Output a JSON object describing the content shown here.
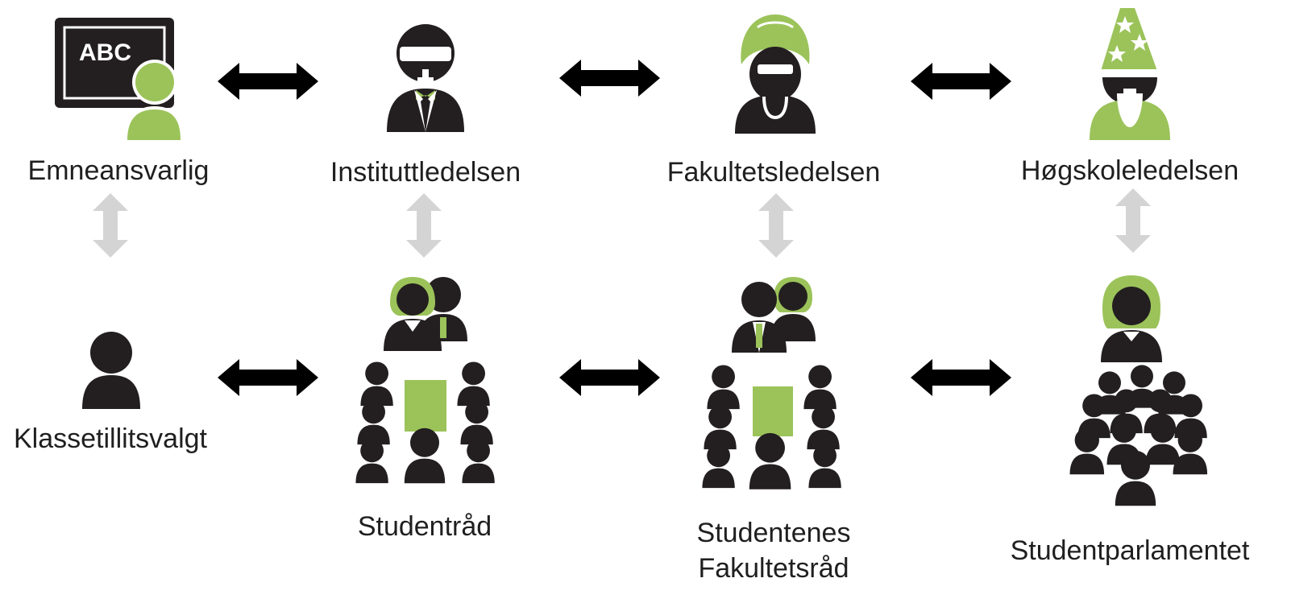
{
  "colors": {
    "dark": "#231f20",
    "green": "#9bc35a",
    "gray": "#d0d0d0",
    "black": "#000000"
  },
  "top_row": [
    {
      "label": "Emneansvarlig",
      "icon": "teacher-blackboard-icon"
    },
    {
      "label": "Instituttledelsen",
      "icon": "man-sunglasses-icon"
    },
    {
      "label": "Fakultetsledelsen",
      "icon": "woman-turban-icon"
    },
    {
      "label": "Høgskoleledelsen",
      "icon": "wizard-icon"
    }
  ],
  "bottom_row": [
    {
      "label": "Klassetillitsvalgt",
      "icon": "person-icon"
    },
    {
      "label": "Studentråd",
      "icon": "meeting-group-icon"
    },
    {
      "label": "Studentenes Fakultetsråd",
      "label_line1": "Studentenes",
      "label_line2": "Fakultetsråd",
      "icon": "meeting-group-icon"
    },
    {
      "label": "Studentparlamentet",
      "icon": "crowd-icon"
    }
  ],
  "connectors": {
    "horizontal": "black-double-arrow-icon",
    "vertical": "gray-double-arrow-icon"
  },
  "blackboard_text": "ABC"
}
